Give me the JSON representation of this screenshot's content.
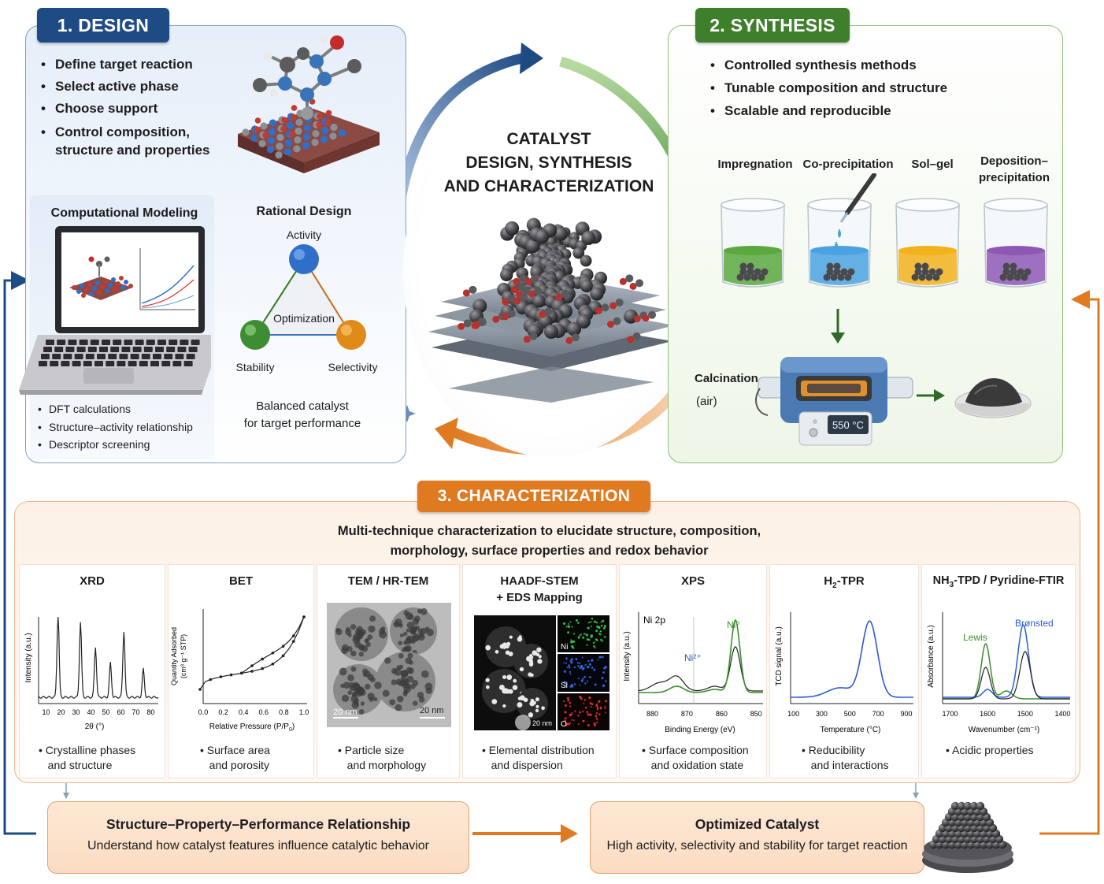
{
  "design": {
    "tag": "1. DESIGN",
    "bullets": [
      "Define target reaction",
      "Select active phase",
      "Choose support"
    ],
    "bullet4_line1": "Control composition,",
    "bullet4_line2": "structure and properties",
    "computational": {
      "title": "Computational Modeling",
      "bullets": [
        "DFT calculations",
        "Structure–activity relationship",
        "Descriptor screening"
      ]
    },
    "rational": {
      "title": "Rational Design",
      "vertex_top": "Activity",
      "vertex_left": "Stability",
      "vertex_right": "Selectivity",
      "center_label": "Optimization",
      "caption_line1": "Balanced catalyst",
      "caption_line2": "for target performance"
    }
  },
  "center_title": [
    "CATALYST",
    "DESIGN, SYNTHESIS",
    "AND CHARACTERIZATION"
  ],
  "synthesis": {
    "tag": "2. SYNTHESIS",
    "bullets": [
      "Controlled synthesis methods",
      "Tunable composition and structure",
      "Scalable and reproducible"
    ],
    "methods": [
      {
        "label": "Impregnation",
        "color": "#5aa83e"
      },
      {
        "label": "Co-precipitation",
        "color": "#4aa3e0"
      },
      {
        "label": "Sol–gel",
        "color": "#f2b21b"
      },
      {
        "label_line1": "Deposition–",
        "label_line2": "precipitation",
        "color": "#8e59b5"
      }
    ],
    "calcination_label": "Calcination",
    "calcination_sub": "(air)",
    "furnace_display": "550 °C"
  },
  "characterization": {
    "tag": "3. CHARACTERIZATION",
    "intro_line1": "Multi-technique characterization to elucidate structure, composition,",
    "intro_line2": "morphology, surface properties and redox behavior",
    "techniques": [
      {
        "title": "XRD",
        "desc1": "Crystalline phases",
        "desc2": "and structure"
      },
      {
        "title": "BET",
        "desc1": "Surface area",
        "desc2": "and porosity"
      },
      {
        "title": "TEM / HR-TEM",
        "desc1": "Particle size",
        "desc2": "and morphology"
      },
      {
        "title_line1": "HAADF-STEM",
        "title_line2": "+ EDS Mapping",
        "desc1": "Elemental distribution",
        "desc2": "and dispersion"
      },
      {
        "title": "XPS",
        "desc1": "Surface composition",
        "desc2": "and oxidation state"
      },
      {
        "title_pre": "H",
        "title_sub": "2",
        "title_post": "-TPR",
        "desc1": "Reducibility",
        "desc2": "and interactions"
      },
      {
        "title_pre": "NH",
        "title_sub": "3",
        "title_post": "-TPD / Pyridine-FTIR",
        "desc1": "Acidic properties",
        "desc2": ""
      }
    ],
    "xrd": {
      "ylabel": "Intensity (a.u.)",
      "xlabel": "2θ (°)",
      "ticks": [
        "10",
        "20",
        "30",
        "40",
        "50",
        "60",
        "70",
        "80"
      ]
    },
    "bet": {
      "ylabel1": "Quantity Adsorbed",
      "ylabel2": "(cm³ g⁻¹ STP)",
      "xlabel_pre": "Relative Pressure (P/P",
      "xlabel_sub": "0",
      "xlabel_post": ")",
      "ticks": [
        "0.0",
        "0.2",
        "0.4",
        "0.6",
        "0.8",
        "1.0"
      ]
    },
    "tem": {
      "scale1": "20 nm",
      "scale2": "20 nm"
    },
    "stem": {
      "elements": [
        "Ni",
        "Si",
        "O"
      ],
      "scale": "20 nm"
    },
    "xps": {
      "ylabel": "Intensity (a.u.)",
      "xlabel": "Binding Energy (eV)",
      "region": "Ni 2p",
      "peak1": "Ni²⁺",
      "peak2": "Ni⁰",
      "ticks": [
        "880",
        "870",
        "860",
        "850"
      ]
    },
    "tpr": {
      "ylabel": "TCD signal (a.u.)",
      "xlabel": "Temperature (°C)",
      "ticks": [
        "100",
        "300",
        "500",
        "700",
        "900"
      ]
    },
    "ftir": {
      "ylabel": "Absorbance (a.u.)",
      "xlabel": "Wavenumber (cm⁻¹)",
      "lewis": "Lewis",
      "bronsted": "Brønsted",
      "ticks": [
        "1700",
        "1600",
        "1500",
        "1400"
      ]
    }
  },
  "spp": {
    "title": "Structure–Property–Performance Relationship",
    "subtitle": "Understand how catalyst features influence catalytic behavior"
  },
  "optimized": {
    "title": "Optimized Catalyst",
    "subtitle": "High activity, selectivity and stability for target reaction"
  },
  "colors": {
    "design": "#1f4b84",
    "synthesis": "#3e7f2c",
    "characterization": "#e07a21"
  }
}
